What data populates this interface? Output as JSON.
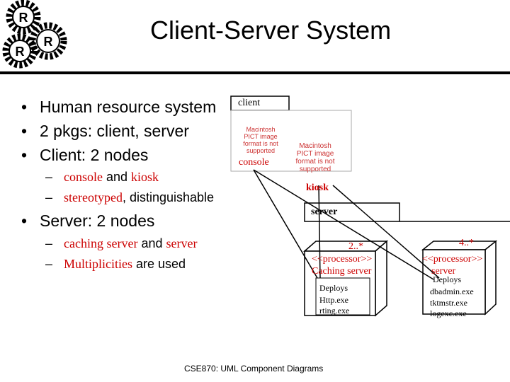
{
  "slide": {
    "title": "Client-Server System",
    "footer": "CSE870: UML Component Diagrams"
  },
  "logo": {
    "letters": [
      "R",
      "R",
      "R"
    ]
  },
  "bullets": {
    "b1": "Human resource system",
    "b2": "2 pkgs: client, server",
    "b3": "Client: 2 nodes",
    "b3_sub1": {
      "a": "console",
      "and": " and ",
      "b": "kiosk"
    },
    "b3_sub2": {
      "a": "stereotyped",
      "rest": ", distinguishable"
    },
    "b4": "Server: 2 nodes",
    "b4_sub1": {
      "a": "caching server",
      "and": " and ",
      "b": "server"
    },
    "b4_sub2": {
      "a": "Multiplicities",
      "rest": " are used"
    },
    "bullet_char": "•",
    "dash_char": "–"
  },
  "diagram": {
    "client_pkg": "client",
    "pict_text": "Macintosh PICT image format is not supported",
    "console_label": "console",
    "kiosk_label": "kiosk",
    "server_pkg": "server",
    "caching_mult": "2..*",
    "caching_stereo": "<<processor>>",
    "caching_name": "Caching server",
    "caching_deploys": "Deploys",
    "caching_file1": "Http.exe",
    "caching_file2": "rting.exe",
    "server_mult": "4..*",
    "server_stereo": "<<processor>>",
    "server_name": "server",
    "server_deploys": "Deploys",
    "server_file1": "dbadmin.exe",
    "server_file2": "tktmstr.exe",
    "server_file3": "logexc.exe"
  }
}
